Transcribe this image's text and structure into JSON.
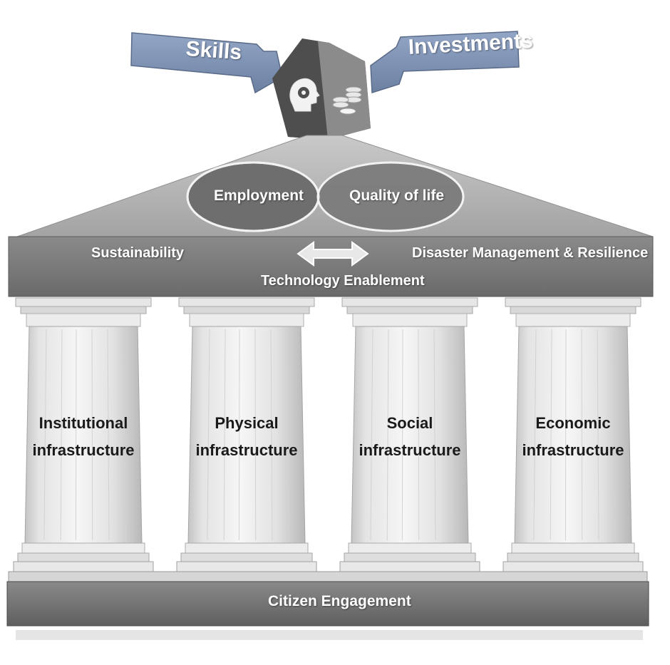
{
  "inputs": {
    "left_arrow_label": "Skills",
    "right_arrow_label": "Investments"
  },
  "roof": {
    "left_oval_label": "Employment",
    "right_oval_label": "Quality of life"
  },
  "beam": {
    "left_label": "Sustainability",
    "right_label": "Disaster Management & Resilience",
    "center_label": "Technology Enablement"
  },
  "pillars": [
    {
      "line1": "Institutional",
      "line2": "infrastructure"
    },
    {
      "line1": "Physical",
      "line2": "infrastructure"
    },
    {
      "line1": "Social",
      "line2": "infrastructure"
    },
    {
      "line1": "Economic",
      "line2": "infrastructure"
    }
  ],
  "foundation": {
    "label": "Citizen Engagement"
  },
  "icons": {
    "left_face": "head-gear-icon",
    "right_face": "coin-stack-icon"
  },
  "colors": {
    "arrow_blue": "#7d91b2",
    "beam_gray": "#7a7a7a",
    "roof_gray": "#9a9a9a",
    "oval_gray": "#6f6f6f",
    "base_gray": "#747474"
  }
}
